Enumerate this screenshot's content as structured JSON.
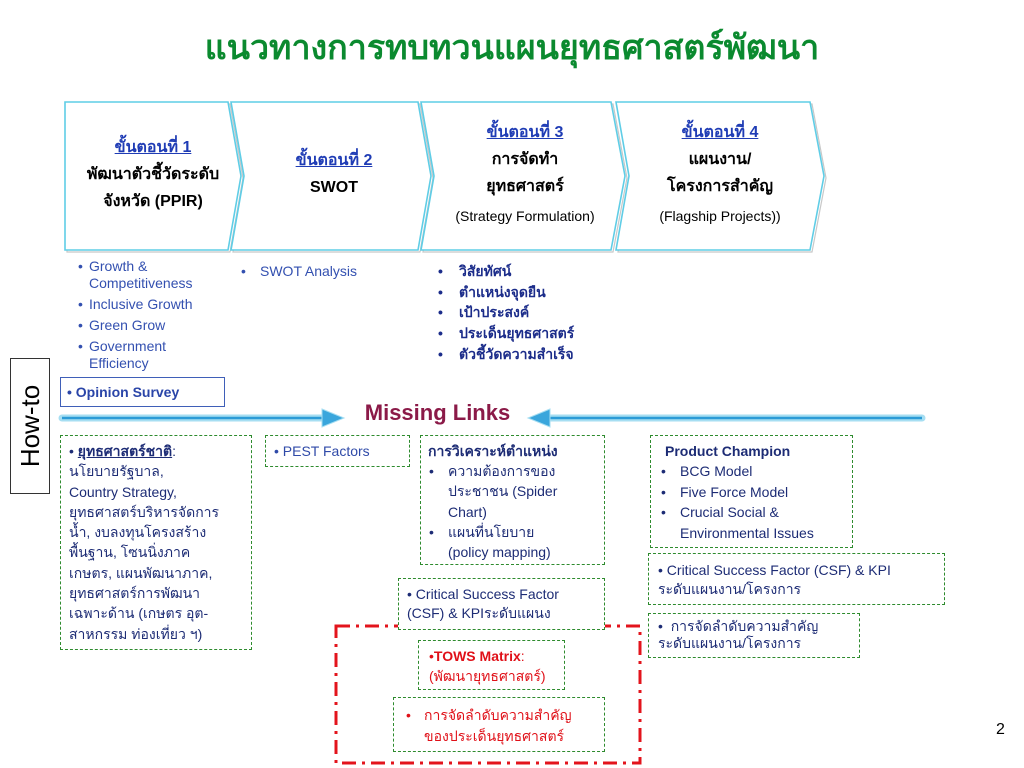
{
  "title": "แนวทางการทบทวนแผนยุทธศาสตร์พัฒนา",
  "colors": {
    "title": "#0b8a2f",
    "step_label": "#1f3cb5",
    "chevron_border": "#5fcde6",
    "bullet_text": "#3350b0",
    "green_dashed_border": "#2e8b2e",
    "red_frame": "#e3141c",
    "missing_links": "#8b1a48",
    "arrow": "#2b9bd6"
  },
  "steps": [
    {
      "label": "ขั้นตอนที่ 1",
      "line1": "พัฒนาตัวชี้วัดระดับ",
      "line2": "จังหวัด (PPIR)"
    },
    {
      "label": "ขั้นตอนที่ 2",
      "line1": "SWOT"
    },
    {
      "label": "ขั้นตอนที่ 3",
      "line1": "การจัดทำ",
      "line2": "ยุทธศาสตร์",
      "sub": "(Strategy Formulation)"
    },
    {
      "label": "ขั้นตอนที่ 4",
      "line1": "แผนงาน/",
      "line2": "โครงการสำคัญ",
      "sub": "(Flagship Projects))"
    }
  ],
  "step1_bullets": [
    "Growth & Competitiveness",
    "Inclusive Growth",
    "Green Grow",
    "Government Efficiency"
  ],
  "step2_bullets": [
    "SWOT Analysis"
  ],
  "step3_bullets": [
    "วิสัยทัศน์",
    "ตำแหน่งจุดยืน",
    "เป้าประสงค์",
    "ประเด็นยุทธศาสตร์",
    "ตัวชี้วัดความสำเร็จ"
  ],
  "opinion_survey": "Opinion Survey",
  "how_to": "How-to",
  "missing_links": "Missing Links",
  "national_strategy": {
    "heading": "ยุทธศาสตร์ชาติ",
    "colon": ":",
    "lines": [
      "นโยบายรัฐบาล,",
      "Country Strategy,",
      "ยุทธศาสตร์บริหารจัดการ",
      "น้ำ, งบลงทุนโครงสร้าง",
      "พื้นฐาน, โซนนิ่งภาค",
      "เกษตร, แผนพัฒนาภาค,",
      "ยุทธศาสตร์การพัฒนา",
      "เฉพาะด้าน (เกษตร อุต-",
      "สาหกรรม ท่องเที่ยว ฯ)"
    ]
  },
  "pest": "PEST Factors",
  "positioning": {
    "heading": "การวิเคราะห์ตำแหน่ง",
    "item1": [
      "ความต้องการของ",
      "ประชาชน (Spider",
      "Chart)"
    ],
    "item2": [
      "แผนที่นโยบาย",
      "(policy mapping)"
    ]
  },
  "csf_plan": [
    "Critical Success Factor",
    "(CSF) & KPIระดับแผนง"
  ],
  "product_champion": {
    "heading": "Product Champion",
    "items": [
      "BCG Model",
      "Five Force Model",
      "Crucial Social & Environmental Issues"
    ]
  },
  "csf_project": [
    "Critical Success Factor (CSF) & KPI",
    "ระดับแผนงาน/โครงการ"
  ],
  "priority_project": [
    "การจัดลำดับความสำคัญ",
    "ระดับแผนงาน/โครงการ"
  ],
  "tows": {
    "title": "TOWS Matrix",
    "colon": ":",
    "line2": "(พัฒนายุทธศาสตร์)"
  },
  "priority_strategy": [
    "การจัดลำดับความสำคัญ",
    "ของประเด็นยุทธศาสตร์"
  ],
  "page_number": "2"
}
